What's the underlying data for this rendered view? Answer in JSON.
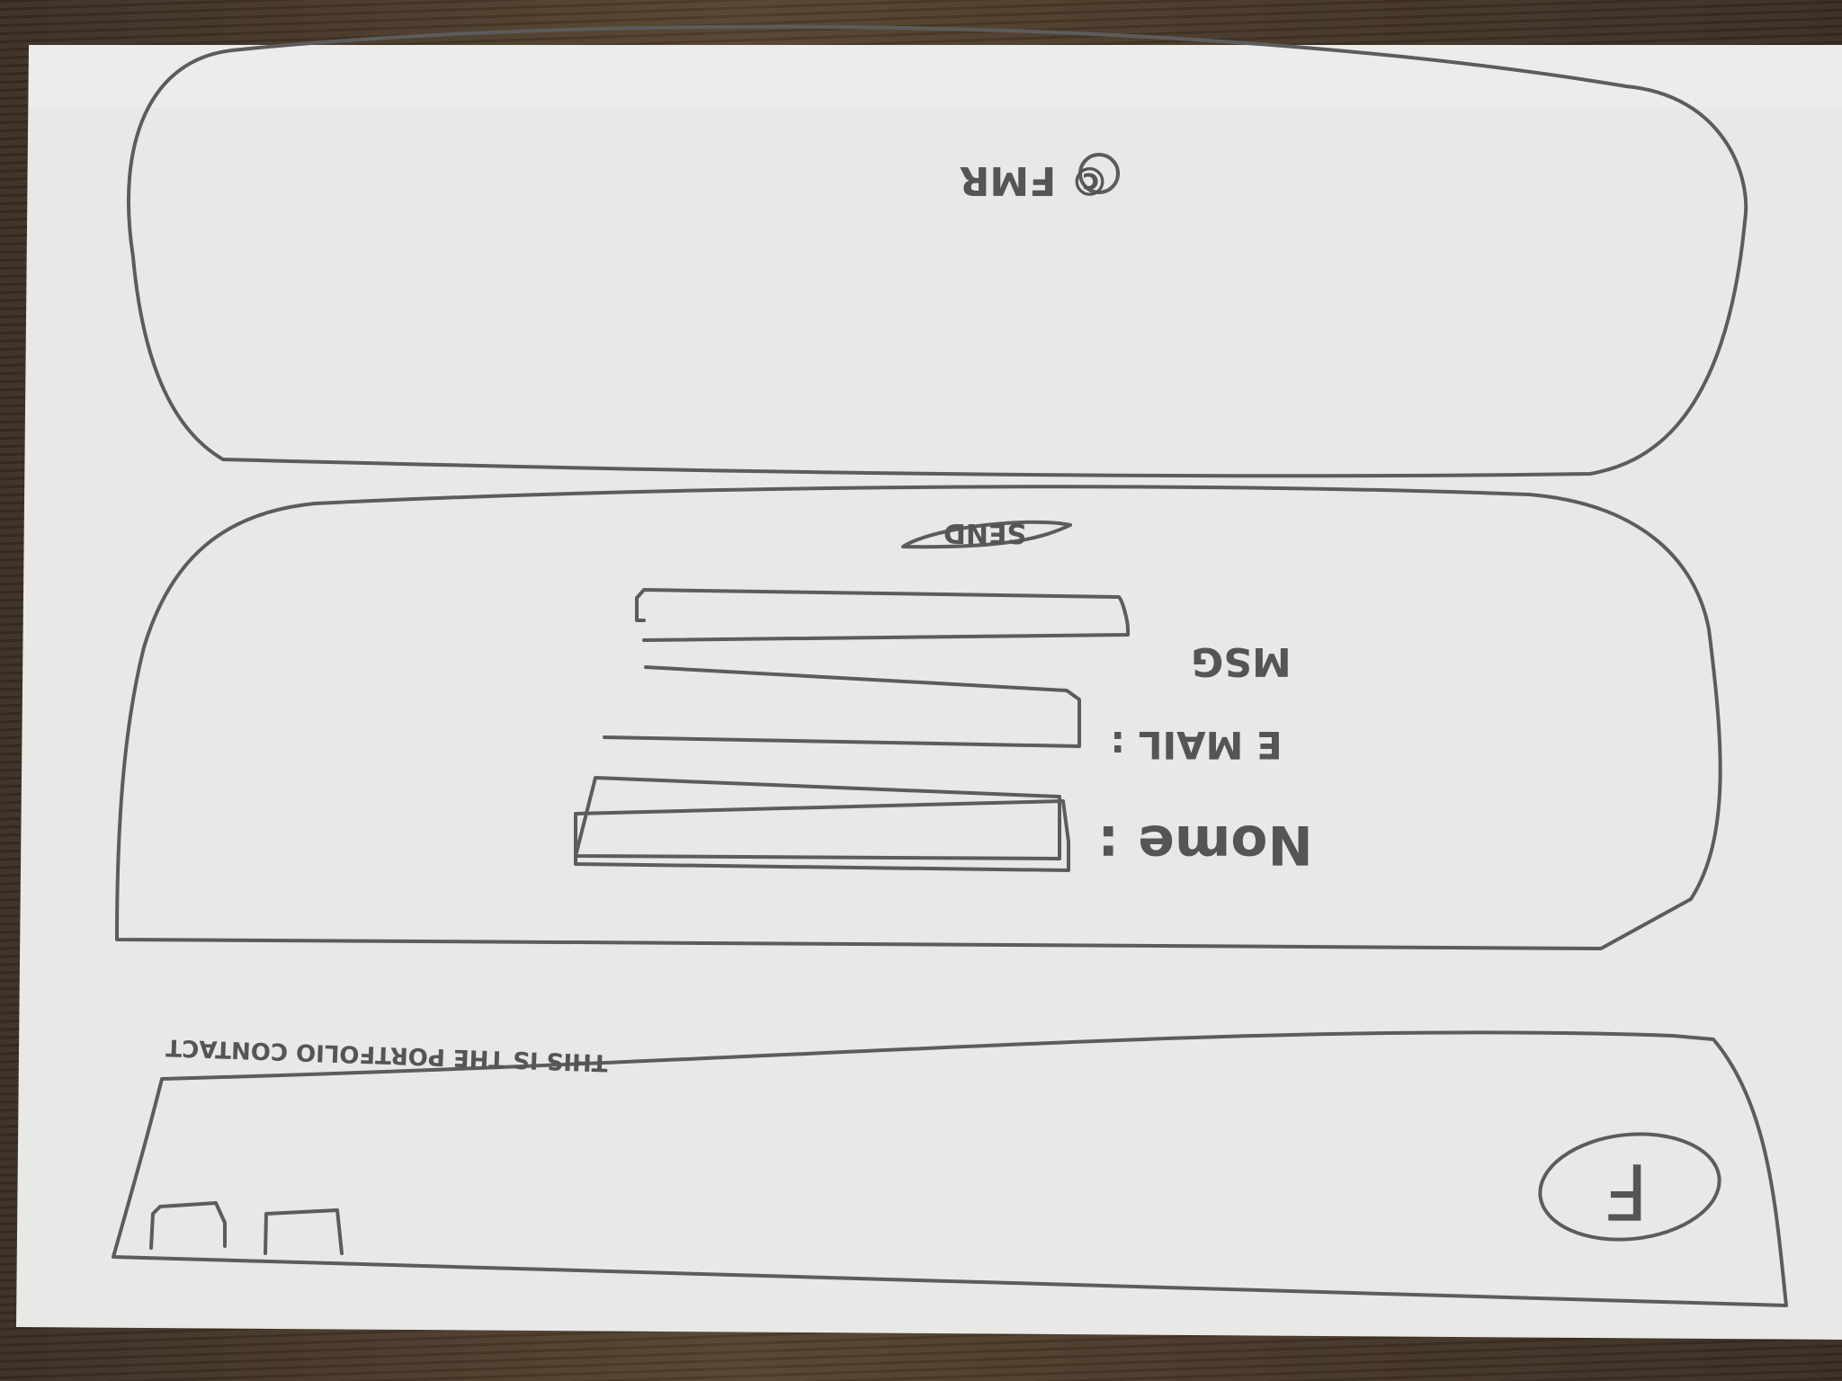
{
  "sketch": {
    "header_mark": "© FMR",
    "form": {
      "name_label": "Nome :",
      "email_label": "E MAIL :",
      "message_label": "MSG",
      "send_button_label": "SEND"
    },
    "footer": {
      "caption": "THIS IS THE PORTFOLIO CONTACT",
      "badge_letter": "F"
    },
    "colors": {
      "paper": "#e9e9e7",
      "pencil": "#5a5a5a",
      "table": "#4a3b2e"
    }
  }
}
